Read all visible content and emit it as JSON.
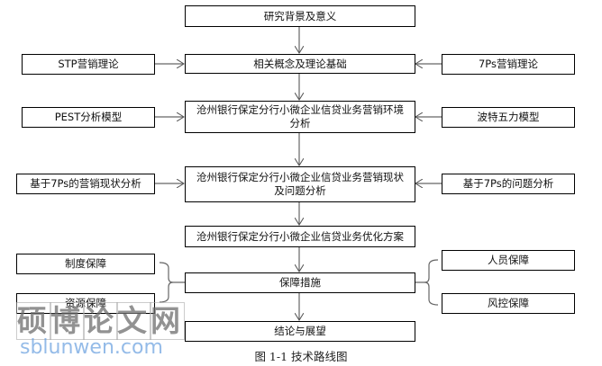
{
  "center": [
    {
      "label": "研究背景及意义"
    },
    {
      "label": "相关概念及理论基础"
    },
    {
      "label": "沧州银行保定分行小微企业信贷业务营销环境分析"
    },
    {
      "label": "沧州银行保定分行小微企业信贷业务营销现状及问题分析"
    },
    {
      "label": "沧州银行保定分行小微企业信贷业务优化方案"
    },
    {
      "label": "保障措施"
    },
    {
      "label": "结论与展望"
    }
  ],
  "left": [
    {
      "label": "STP营销理论"
    },
    {
      "label": "PEST分析模型"
    },
    {
      "label": "基于7Ps的营销现状分析"
    },
    {
      "label": "制度保障"
    },
    {
      "label": "资源保障"
    }
  ],
  "right": [
    {
      "label": "7Ps营销理论"
    },
    {
      "label": "波特五力模型"
    },
    {
      "label": "基于7Ps的问题分析"
    },
    {
      "label": "人员保障"
    },
    {
      "label": "风控保障"
    }
  ],
  "caption": "图 1-1  技术路线图",
  "watermark": {
    "chars": [
      "硕",
      "博",
      "论",
      "文",
      "网"
    ],
    "url": "sblunwen.com"
  }
}
